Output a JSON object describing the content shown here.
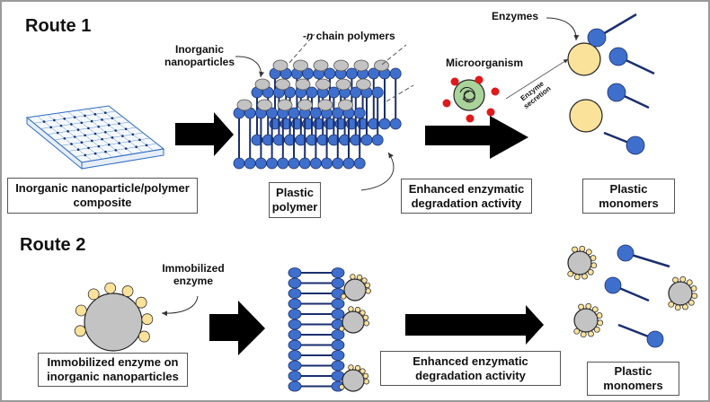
{
  "route1": {
    "title": "Route 1",
    "labels": {
      "inorganic_nanoparticles": "Inorganic\nnanoparticles",
      "chain_polymers_prefix": "-n",
      "chain_polymers": " chain polymers",
      "microorganism": "Microorganism",
      "enzymes": "Enzymes",
      "enzyme_secretion_1": "Enzyme",
      "enzyme_secretion_2": "secretion"
    },
    "boxes": {
      "composite": "Inorganic nanoparticle/polymer\ncomposite",
      "plastic_polymer": "Plastic\npolymer",
      "enhanced": "Enhanced enzymatic\ndegradation activity",
      "monomers": "Plastic\nmonomers"
    }
  },
  "route2": {
    "title": "Route 2",
    "labels": {
      "immobilized_enzyme": "Immobilized\nenzyme"
    },
    "boxes": {
      "immobilized": "Immobilized enzyme on\ninorganic nanoparticles",
      "enhanced": "Enhanced enzymatic\ndegradation activity",
      "monomers": "Plastic\nmonomers"
    }
  },
  "colors": {
    "monomer_blue": "#3f6fcc",
    "chain_navy": "#1a2f6e",
    "nanoparticle_gray": "#c3c3c3",
    "enzyme_yellow": "#fbe29a",
    "microbe_green": "#a9d39a",
    "microbe_red": "#e0191b",
    "grid_blue": "#5b8fd1"
  }
}
